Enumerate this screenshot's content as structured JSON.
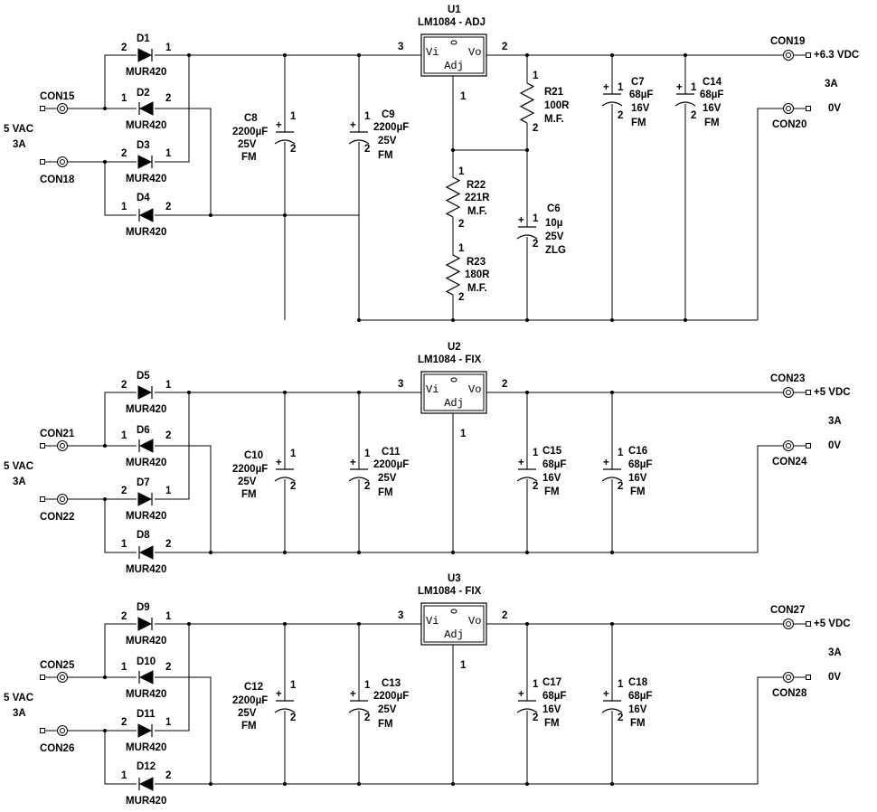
{
  "stages": [
    {
      "input_voltage": "5 VAC",
      "input_current": "3A",
      "con_in_a": "CON15",
      "con_in_b": "CON18",
      "diodes": [
        {
          "ref": "D1",
          "part": "MUR420",
          "p1": "2",
          "p2": "1"
        },
        {
          "ref": "D2",
          "part": "MUR420",
          "p1": "1",
          "p2": "2"
        },
        {
          "ref": "D3",
          "part": "MUR420",
          "p1": "2",
          "p2": "1"
        },
        {
          "ref": "D4",
          "part": "MUR420",
          "p1": "1",
          "p2": "2"
        }
      ],
      "bulk_caps": [
        {
          "ref": "C8",
          "value": "2200µF",
          "volt": "25V",
          "type": "FM"
        },
        {
          "ref": "C9",
          "value": "2200µF",
          "volt": "25V",
          "type": "FM"
        }
      ],
      "reg": {
        "ref": "U1",
        "part": "LM1084 - ADJ",
        "pin_in": "3",
        "pin_out": "2",
        "pin_adj": "1",
        "vi": "Vi",
        "vo": "Vo",
        "adj": "Adj"
      },
      "adj_network": {
        "r_top": {
          "ref": "R21",
          "value": "100R",
          "type": "M.F."
        },
        "r_mid": {
          "ref": "R22",
          "value": "221R",
          "type": "M.F."
        },
        "r_bot": {
          "ref": "R23",
          "value": "180R",
          "type": "M.F."
        },
        "c_adj": {
          "ref": "C6",
          "value": "10µ",
          "volt": "25V",
          "type": "ZLG"
        }
      },
      "out_caps": [
        {
          "ref": "C7",
          "value": "68µF",
          "volt": "16V",
          "type": "FM"
        },
        {
          "ref": "C14",
          "value": "68µF",
          "volt": "16V",
          "type": "FM"
        }
      ],
      "con_out_pos": "CON19",
      "con_out_neg": "CON20",
      "out_voltage": "+6.3 VDC",
      "out_current": "3A",
      "out_ground": "0V"
    },
    {
      "input_voltage": "5 VAC",
      "input_current": "3A",
      "con_in_a": "CON21",
      "con_in_b": "CON22",
      "diodes": [
        {
          "ref": "D5",
          "part": "MUR420",
          "p1": "2",
          "p2": "1"
        },
        {
          "ref": "D6",
          "part": "MUR420",
          "p1": "1",
          "p2": "2"
        },
        {
          "ref": "D7",
          "part": "MUR420",
          "p1": "2",
          "p2": "1"
        },
        {
          "ref": "D8",
          "part": "MUR420",
          "p1": "1",
          "p2": "2"
        }
      ],
      "bulk_caps": [
        {
          "ref": "C10",
          "value": "2200µF",
          "volt": "25V",
          "type": "FM"
        },
        {
          "ref": "C11",
          "value": "2200µF",
          "volt": "25V",
          "type": "FM"
        }
      ],
      "reg": {
        "ref": "U2",
        "part": "LM1084 - FIX",
        "pin_in": "3",
        "pin_out": "2",
        "pin_adj": "1",
        "vi": "Vi",
        "vo": "Vo",
        "adj": "Adj"
      },
      "out_caps": [
        {
          "ref": "C15",
          "value": "68µF",
          "volt": "16V",
          "type": "FM"
        },
        {
          "ref": "C16",
          "value": "68µF",
          "volt": "16V",
          "type": "FM"
        }
      ],
      "con_out_pos": "CON23",
      "con_out_neg": "CON24",
      "out_voltage": "+5 VDC",
      "out_current": "3A",
      "out_ground": "0V"
    },
    {
      "input_voltage": "5 VAC",
      "input_current": "3A",
      "con_in_a": "CON25",
      "con_in_b": "CON26",
      "diodes": [
        {
          "ref": "D9",
          "part": "MUR420",
          "p1": "2",
          "p2": "1"
        },
        {
          "ref": "D10",
          "part": "MUR420",
          "p1": "1",
          "p2": "2"
        },
        {
          "ref": "D11",
          "part": "MUR420",
          "p1": "2",
          "p2": "1"
        },
        {
          "ref": "D12",
          "part": "MUR420",
          "p1": "1",
          "p2": "2"
        }
      ],
      "bulk_caps": [
        {
          "ref": "C12",
          "value": "2200µF",
          "volt": "25V",
          "type": "FM"
        },
        {
          "ref": "C13",
          "value": "2200µF",
          "volt": "25V",
          "type": "FM"
        }
      ],
      "reg": {
        "ref": "U3",
        "part": "LM1084 - FIX",
        "pin_in": "3",
        "pin_out": "2",
        "pin_adj": "1",
        "vi": "Vi",
        "vo": "Vo",
        "adj": "Adj"
      },
      "out_caps": [
        {
          "ref": "C17",
          "value": "68µF",
          "volt": "16V",
          "type": "FM"
        },
        {
          "ref": "C18",
          "value": "68µF",
          "volt": "16V",
          "type": "FM"
        }
      ],
      "con_out_pos": "CON27",
      "con_out_neg": "CON28",
      "out_voltage": "+5 VDC",
      "out_current": "3A",
      "out_ground": "0V"
    }
  ],
  "cap_pins": {
    "pos": "1",
    "neg": "2",
    "plus_sign": "+"
  },
  "res_pins": {
    "a": "1",
    "b": "2"
  }
}
